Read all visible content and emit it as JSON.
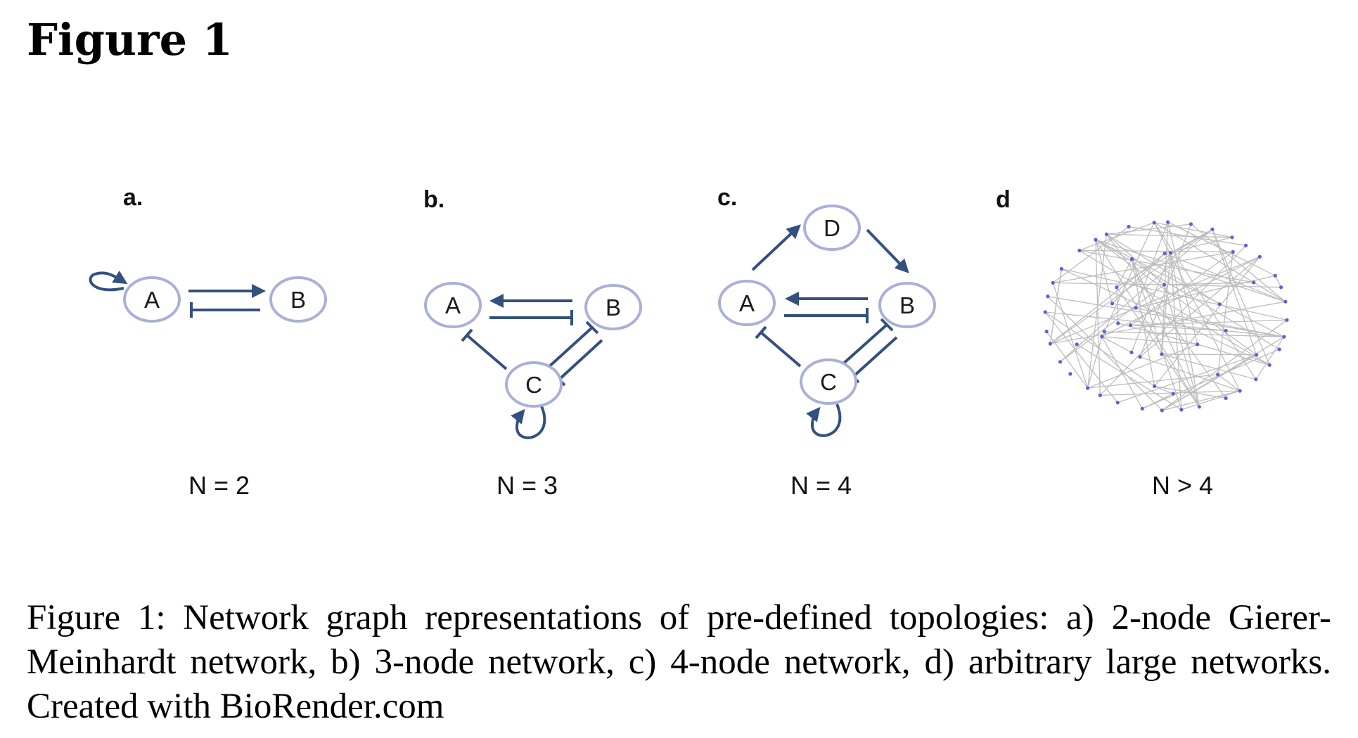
{
  "figure_title": "Figure 1",
  "panels": [
    {
      "label": "a.",
      "n_label": "N = 2"
    },
    {
      "label": "b.",
      "n_label": "N = 3"
    },
    {
      "label": "c.",
      "n_label": "N = 4"
    },
    {
      "label": "d",
      "n_label": "N > 4"
    }
  ],
  "nodes": {
    "a": [
      "A",
      "B"
    ],
    "b": [
      "A",
      "B",
      "C"
    ],
    "c": [
      "A",
      "B",
      "C",
      "D"
    ]
  },
  "caption": "Figure 1: Network graph representations of pre-defined topologies: a) 2-node Gierer-Meinhardt network, b) 3-node network, c) 4-node network, d) arbitrary large networks. Created with BioRender.com",
  "colors": {
    "edge": "#33507f",
    "node_outline": "#a9b0d8",
    "random_graph_edges": "#bdbdbd",
    "random_graph_nodes": "#5a5fe0"
  },
  "random_network": {
    "node_count": 60,
    "edge_count": 110
  }
}
